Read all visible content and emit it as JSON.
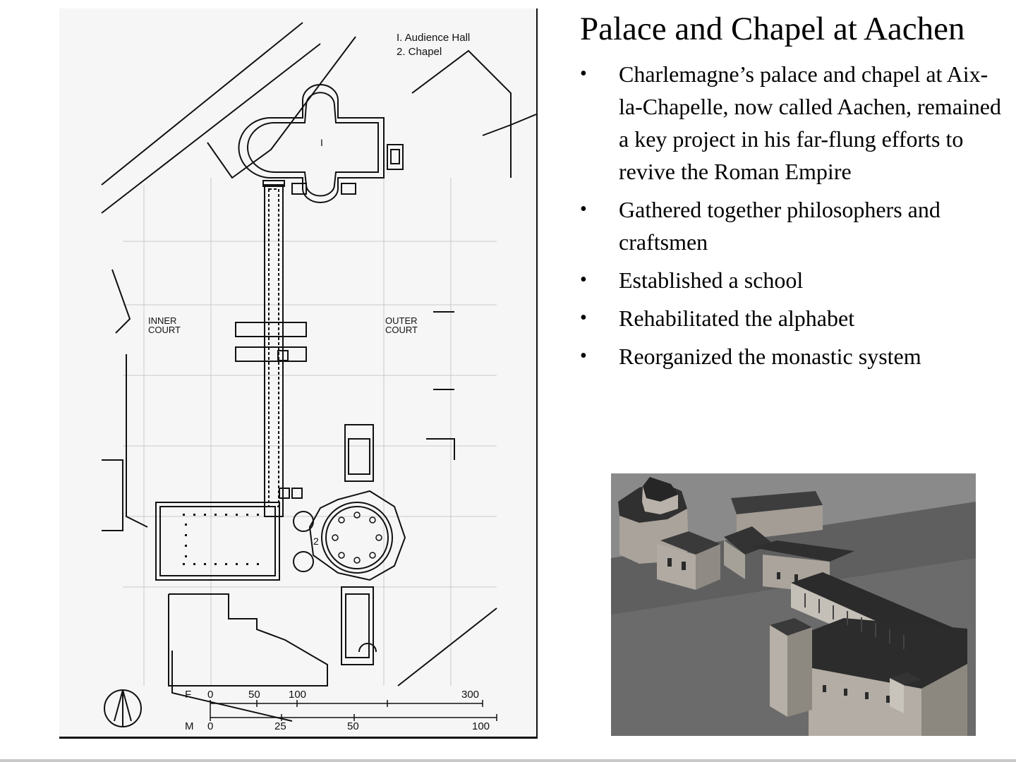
{
  "slide": {
    "title": "Palace and Chapel at Aachen",
    "bullets": [
      "Charlemagne’s palace and chapel at Aix-la-Chapelle, now called Aachen, remained a key project in his far-flung efforts to revive the Roman Empire",
      "Gathered together philosophers and craftsmen",
      "Established a school",
      "Rehabilitated the alphabet",
      "Reorganized the monastic system"
    ],
    "bullet_glyph": "•"
  },
  "plan": {
    "legend": {
      "item1": "I. Audience Hall",
      "item2": "2. Chapel"
    },
    "labels": {
      "inner_court_1": "INNER",
      "inner_court_2": "COURT",
      "outer_court_1": "OUTER",
      "outer_court_2": "COURT",
      "hall_number": "I",
      "chapel_number": "2"
    },
    "scale": {
      "feet_label": "F",
      "meters_label": "M",
      "feet_ticks": [
        "0",
        "50",
        "100",
        "300"
      ],
      "meter_ticks": [
        "0",
        "25",
        "50",
        "100"
      ]
    },
    "north_icon": "north-arrow-icon"
  },
  "model_photo": {
    "icon": "architectural-model-photo"
  }
}
